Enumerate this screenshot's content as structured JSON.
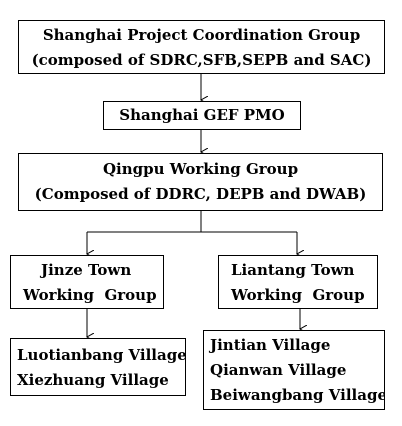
{
  "diagram": {
    "top": {
      "line1": "Shanghai Project Coordination Group",
      "line2": "(composed of SDRC,SFB,SEPB and SAC)"
    },
    "pmo": {
      "label": "Shanghai GEF PMO"
    },
    "qingpu": {
      "line1": "Qingpu Working Group",
      "line2": "(Composed of DDRC, DEPB and DWAB)"
    },
    "jinze": {
      "line1": "Jinze Town",
      "line2": "Working  Group"
    },
    "liantang": {
      "line1": "Liantang Town",
      "line2": "Working  Group"
    },
    "jinze_villages": [
      "Luotianbang Village",
      "Xiezhuang Village"
    ],
    "liantang_villages": [
      "Jintian Village",
      "Qianwan Village",
      "Beiwangbang Village"
    ]
  }
}
